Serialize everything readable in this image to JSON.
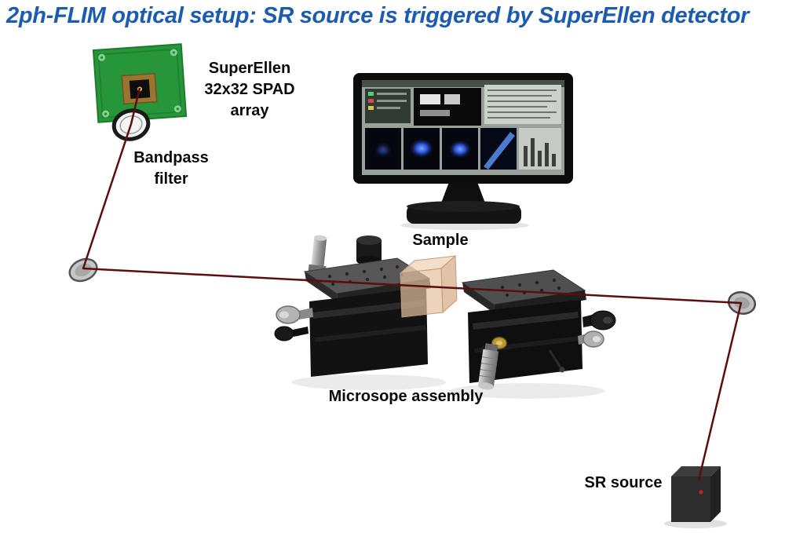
{
  "title": {
    "text": "2ph-FLIM optical setup: SR source is triggered by SuperEllen detector"
  },
  "labels": {
    "detector": "SuperEllen\n32x32 SPAD\narray",
    "bandpass_filter": "Bandpass\nfilter",
    "sample": "Sample",
    "microscope_assembly": "Microsope assembly",
    "sr_source": "SR source"
  },
  "colors": {
    "title_blue": "#1c5cb0",
    "laser_beam": "#5c0e0e",
    "pcb_green": "#27963a",
    "label_text": "#0a0a0a",
    "sample_tan": "#e3c0a0",
    "fluorescence_blue": "#2b50d8",
    "background": "#ffffff"
  }
}
